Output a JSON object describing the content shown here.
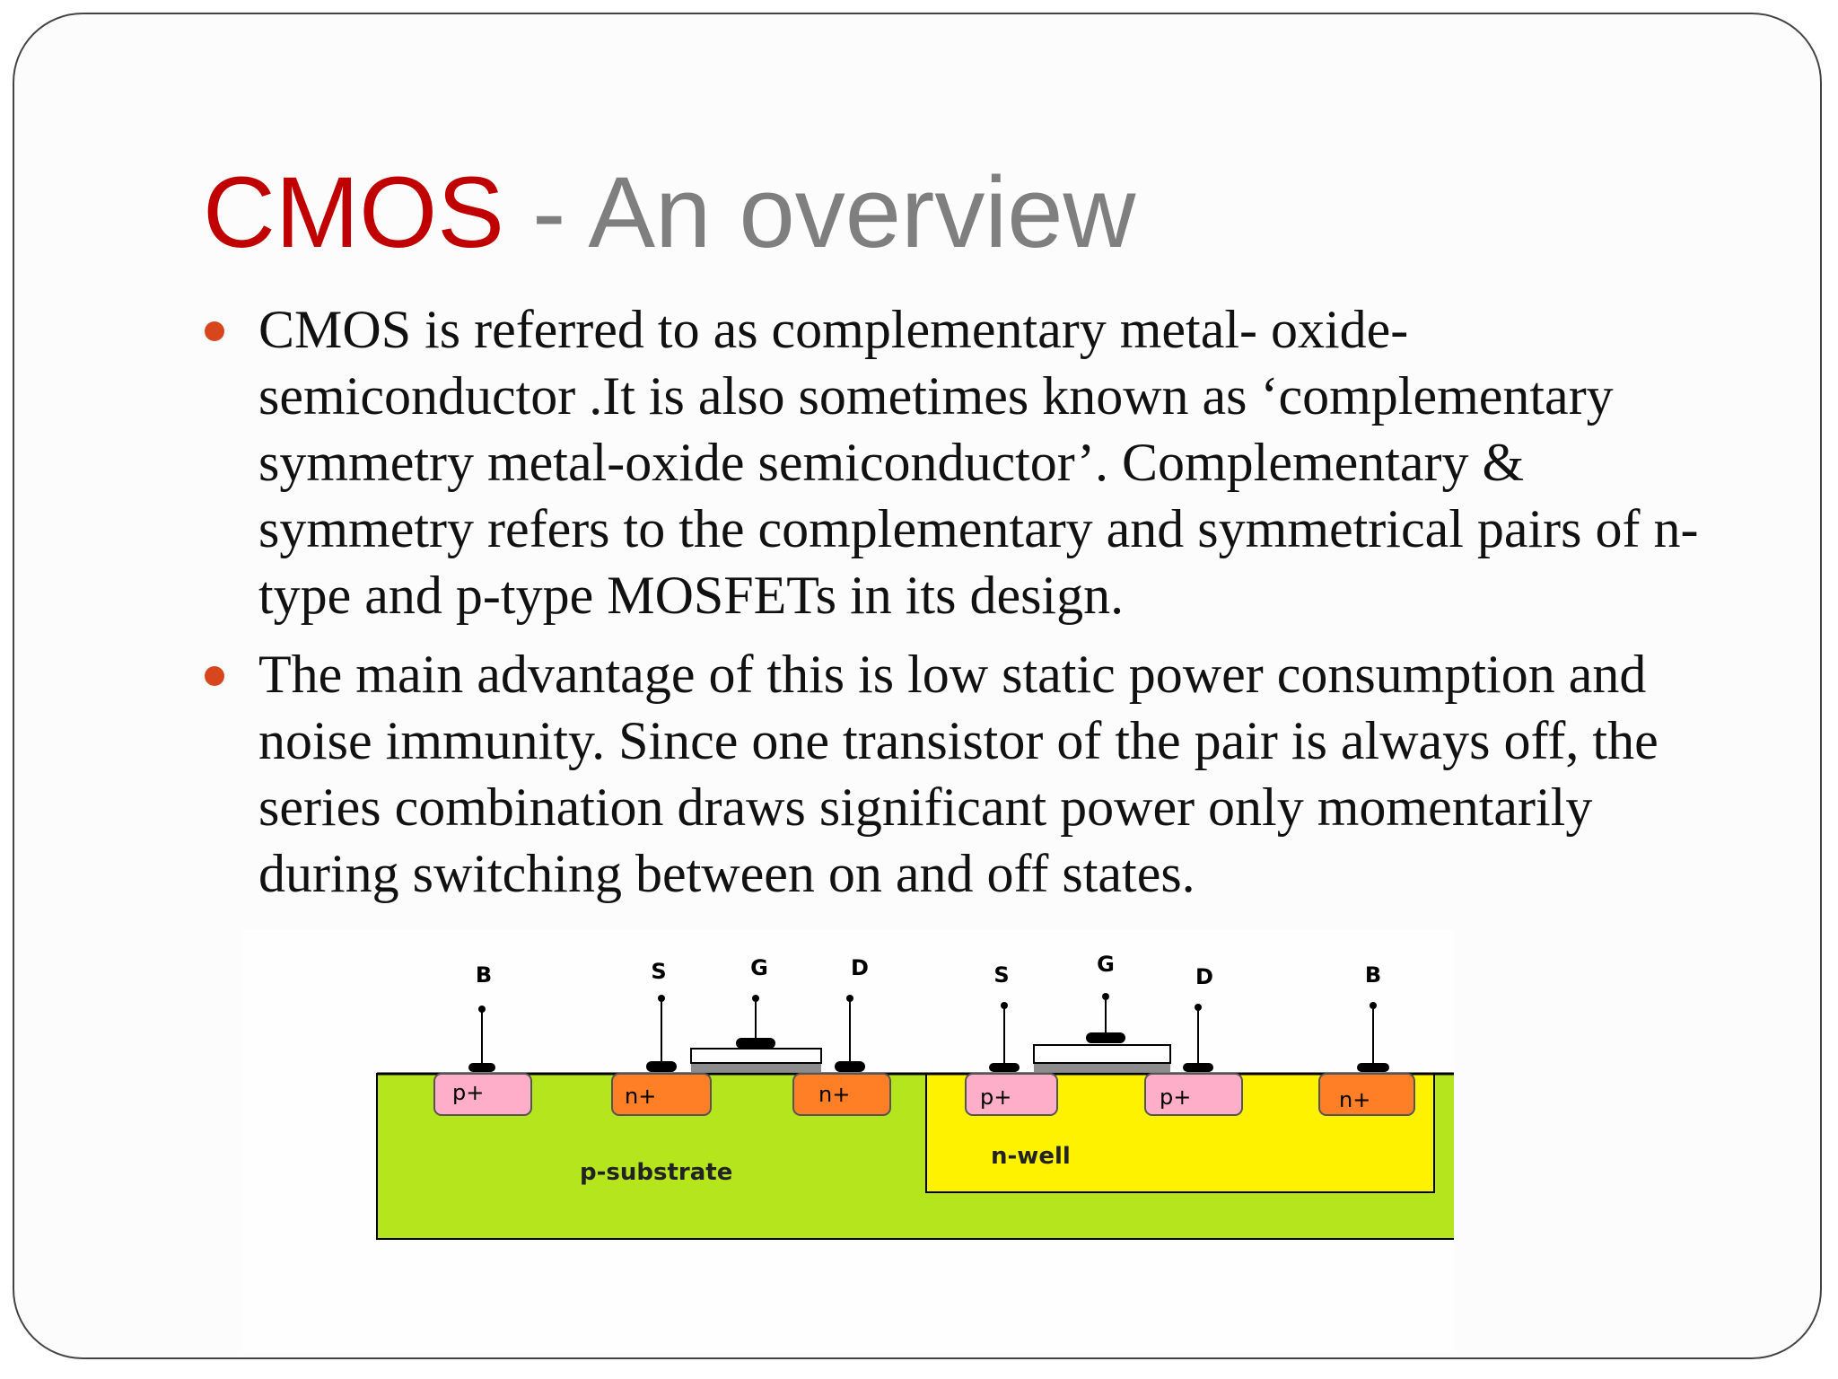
{
  "title": {
    "main": "CMOS",
    "rest": " - An overview"
  },
  "bullets": [
    {
      "text": "CMOS is referred to as complementary metal- oxide-semiconductor .It is also sometimes known as ‘complementary symmetry metal-oxide semiconductor’. Complementary & symmetry refers to the complementary and symmetrical pairs of n-type and p-type MOSFETs in its design."
    },
    {
      "text": "The main advantage of this is low static power consumption and noise immunity. Since one transistor of the pair is always off, the series combination draws significant power only momentarily during switching between on and off states."
    }
  ],
  "diagram": {
    "terminal_labels": {
      "nmos_body": "B",
      "nmos_source": "S",
      "nmos_gate": "G",
      "nmos_drain": "D",
      "pmos_source": "S",
      "pmos_gate": "G",
      "pmos_drain": "D",
      "pmos_body": "B"
    },
    "region_labels": {
      "nmos_body_contact": "p+",
      "nmos_source": "n+",
      "nmos_drain": "n+",
      "pmos_source": "p+",
      "pmos_drain": "p+",
      "pmos_body_contact": "n+",
      "substrate": "p-substrate",
      "well": "n-well"
    },
    "colors": {
      "substrate": "#b5e61d",
      "well": "#fff200",
      "p_plus": "#ffaec9",
      "n_plus": "#ff7f27",
      "contact": "#000000",
      "gate_oxide": "#8c8c8c"
    }
  }
}
